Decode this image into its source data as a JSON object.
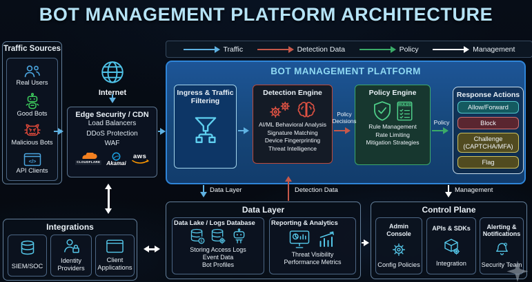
{
  "title": "BOT MANAGEMENT PLATFORM ARCHITECTURE",
  "legend": {
    "items": [
      {
        "label": "Traffic",
        "color": "#5fb2e2"
      },
      {
        "label": "Detection Data",
        "color": "#c6584a"
      },
      {
        "label": "Policy",
        "color": "#3bab68"
      },
      {
        "label": "Management",
        "color": "#ffffff"
      }
    ]
  },
  "traffic_sources": {
    "title": "Traffic Sources",
    "items": [
      {
        "label": "Real Users",
        "icon": "users-icon",
        "color": "#4ba6e0"
      },
      {
        "label": "Good Bots",
        "icon": "good-bot-icon",
        "color": "#3ecf5e"
      },
      {
        "label": "Malicious Bots",
        "icon": "malicious-bot-icon",
        "color": "#e0493a"
      },
      {
        "label": "API Clients",
        "icon": "api-window-icon",
        "color": "#4ba6e0",
        "glyph": "</>"
      }
    ]
  },
  "internet": {
    "label": "Internet",
    "icon": "globe-icon",
    "color": "#4fc3e8"
  },
  "edge": {
    "title": "Edge Security / CDN",
    "items": [
      "Load Balancers",
      "DDoS Protection",
      "WAF"
    ],
    "logos": [
      {
        "name": "cloudflare-logo",
        "label": "CLOUDFLARE",
        "color": "#f38020"
      },
      {
        "name": "akamai-logo",
        "label": "Akamai",
        "color": "#1ba0e2"
      },
      {
        "name": "aws-logo",
        "label": "aws",
        "color": "#ff9900"
      }
    ]
  },
  "platform": {
    "title": "BOT MANAGEMENT PLATFORM",
    "ingress": {
      "title": "Ingress & Traffic Filtering",
      "icon": "funnel-icon"
    },
    "detection": {
      "title": "Detection Engine",
      "icons": [
        "gears-icon",
        "brain-icon"
      ],
      "items": [
        "AI/ML Behavioral Analysis",
        "Signature Matching",
        "Device Fingerprinting",
        "Threat Intelligence"
      ]
    },
    "policy": {
      "title": "Policy Engine",
      "icons": [
        "shield-check-icon",
        "rules-doc-icon"
      ],
      "rules_text": "RULES",
      "items": [
        "Rule Management",
        "Rate Limiting",
        "Mitigation Strategies"
      ]
    },
    "response": {
      "title": "Response Actions",
      "actions": [
        {
          "label": "Allow/Forward",
          "type": "allow"
        },
        {
          "label": "Block",
          "type": "block"
        },
        {
          "label": "Challenge (CAPTCHA/MFA)",
          "type": "challenge"
        },
        {
          "label": "Flag",
          "type": "flag"
        }
      ]
    },
    "flow_labels": {
      "policy_decisions": "Policy Decisions",
      "policy": "Policy"
    }
  },
  "flows": {
    "data_layer": "Data Layer",
    "detection_data": "Detection Data",
    "management": "Management"
  },
  "data_layer": {
    "title": "Data Layer",
    "data_lake": {
      "title": "Data Lake / Logs Database",
      "icons": [
        "database-coin-icon",
        "database-gear-icon",
        "bot-head-icon"
      ],
      "lines": [
        "Storing Access Logs",
        "Event Data",
        "Bot Profiles"
      ]
    },
    "reporting": {
      "title": "Reporting & Analytics",
      "icons": [
        "monitor-chart-icon",
        "bar-trend-icon"
      ],
      "lines": [
        "Threat Visibility",
        "Performance Metrics"
      ]
    }
  },
  "control_plane": {
    "title": "Control Plane",
    "cards": [
      {
        "title": "Admin Console",
        "caption": "Config Policies",
        "icon": "gear-icon"
      },
      {
        "title": "APIs & SDKs",
        "caption": "Integration",
        "icon": "package-icon"
      },
      {
        "title": "Alerting & Notifications",
        "caption": "Security Team",
        "icon": "bell-icon"
      }
    ]
  },
  "integrations": {
    "title": "Integrations",
    "items": [
      {
        "label": "SIEM/SOC",
        "icon": "database-icon"
      },
      {
        "label": "Identity Providers",
        "icon": "identity-lock-icon"
      },
      {
        "label": "Client Applications",
        "icon": "browser-window-icon"
      }
    ]
  },
  "colors": {
    "background": "#05090f",
    "traffic_arrow": "#5fb2e2",
    "detection_arrow": "#c6584a",
    "policy_arrow": "#3bab68",
    "management_arrow": "#ffffff",
    "platform_bg": "#164779",
    "platform_border": "#2f85d8",
    "platform_title": "#8fd9f2",
    "cyan_icon": "#55c8ea",
    "allow_pill": "#145a60",
    "block_pill": "#5a2630",
    "challenge_pill": "#514b20"
  }
}
